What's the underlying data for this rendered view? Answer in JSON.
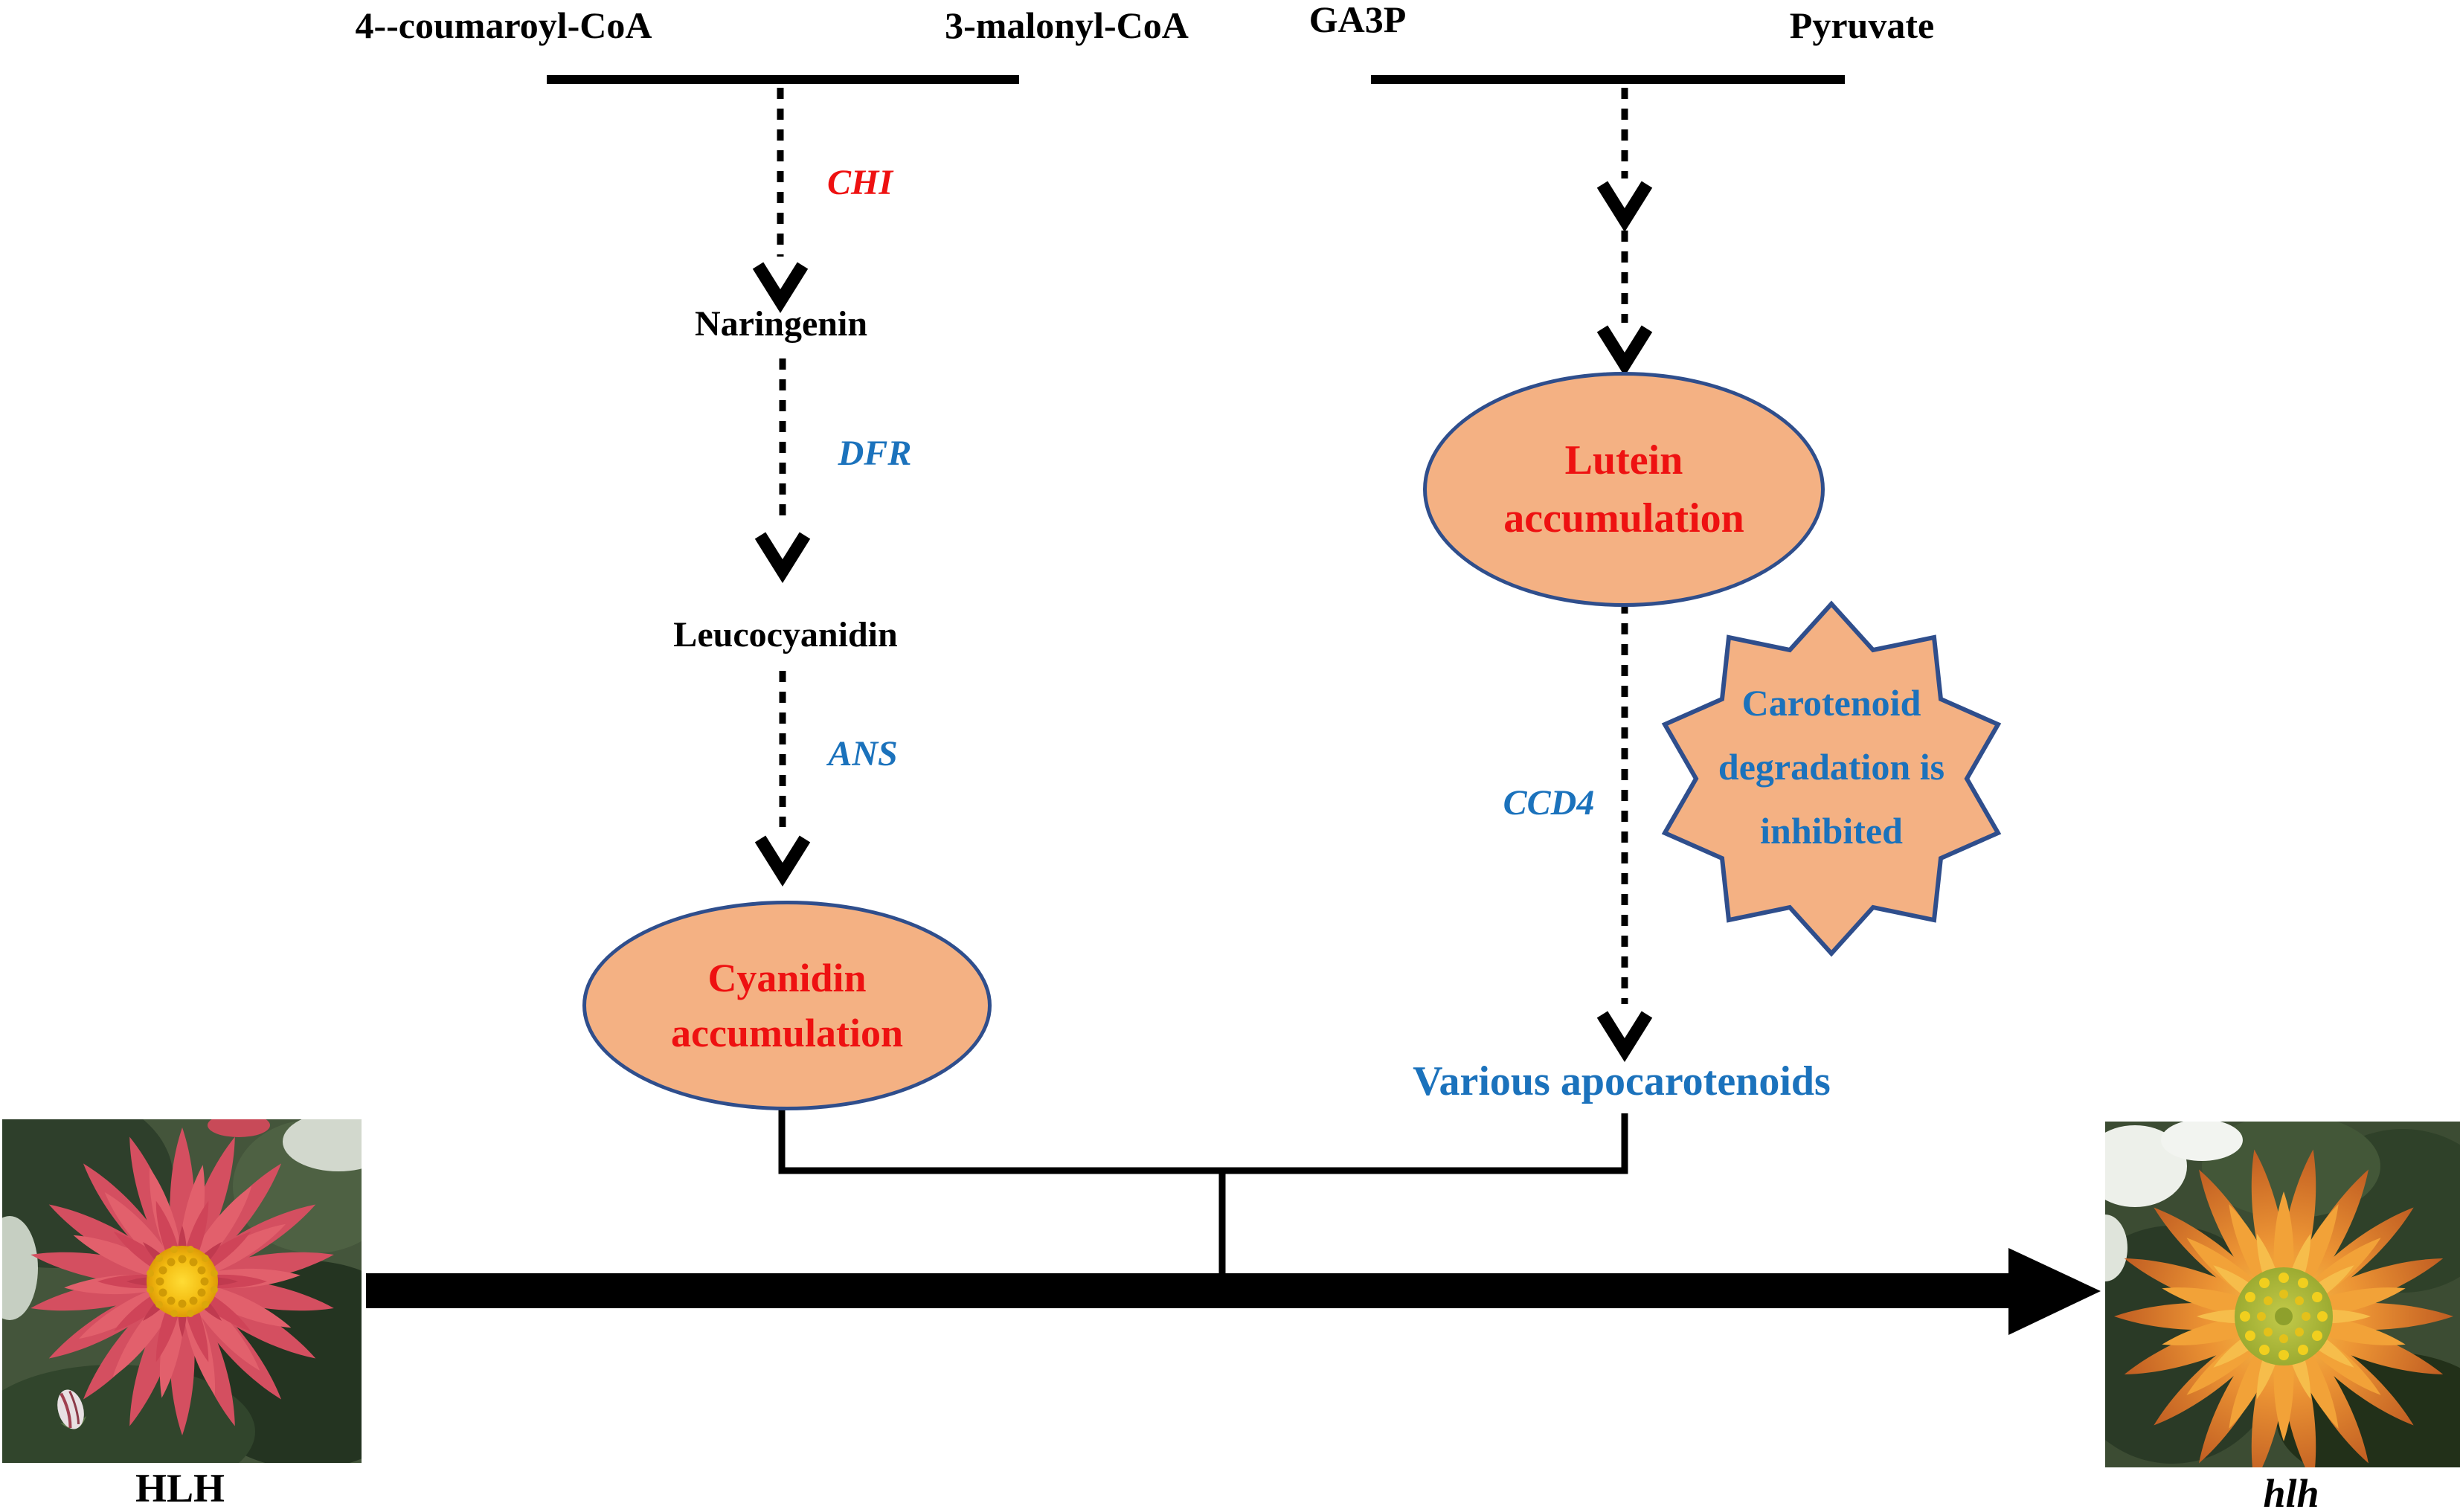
{
  "figure": {
    "flavonoid": {
      "substrate1": "4--coumaroyl-CoA",
      "substrate2": "3-malonyl-CoA",
      "enzyme1": "CHI",
      "metabolite1": "Naringenin",
      "enzyme2": "DFR",
      "metabolite2": "Leucocyanidin",
      "enzyme3": "ANS",
      "result": {
        "line1": "Cyanidin",
        "line2": "accumulation"
      }
    },
    "carotenoid": {
      "substrate1": "GA3P",
      "substrate2": "Pyruvate",
      "result": {
        "line1": "Lutein",
        "line2": "accumulation"
      },
      "enzyme1": "CCD4",
      "note": {
        "line1": "Carotenoid",
        "line2": "degradation is",
        "line3": "inhibited"
      },
      "product": "Various apocarotenoids"
    },
    "phenotypes": {
      "left_label": "HLH",
      "right_label": "hlh"
    },
    "colors": {
      "highlight_red": "#ee1111",
      "highlight_blue": "#1b72bc",
      "node_fill": "#f4b183",
      "node_border": "#2f4e8c"
    }
  }
}
